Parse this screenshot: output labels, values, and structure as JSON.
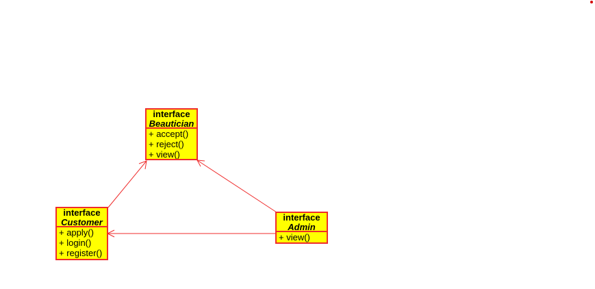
{
  "colors": {
    "box_fill": "#ffff00",
    "box_border": "#ef2b2b",
    "edge": "#ef2b2b",
    "dot": "#d40000"
  },
  "diagram": {
    "classes": [
      {
        "id": "beautician",
        "stereotype": "interface",
        "name": "Beautician",
        "methods": [
          "+ accept()",
          "+ reject()",
          "+ view()"
        ]
      },
      {
        "id": "customer",
        "stereotype": "interface",
        "name": "Customer",
        "methods": [
          "+ apply()",
          "+ login()",
          "+ register()"
        ]
      },
      {
        "id": "admin",
        "stereotype": "interface",
        "name": "Admin",
        "methods": [
          "+ view()"
        ]
      }
    ],
    "relations": [
      {
        "from": "customer",
        "to": "beautician",
        "type": "association-arrow"
      },
      {
        "from": "admin",
        "to": "beautician",
        "type": "association-arrow"
      },
      {
        "from": "admin",
        "to": "customer",
        "type": "association-arrow"
      }
    ]
  }
}
